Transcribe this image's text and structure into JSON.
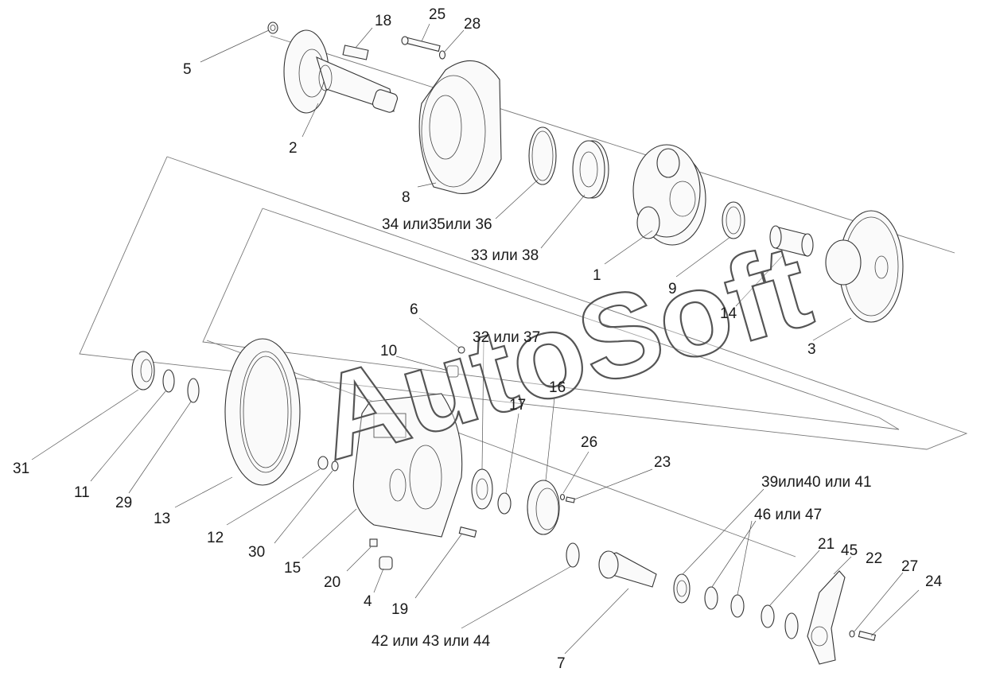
{
  "watermark": "AutoSoft",
  "labels": {
    "l1": "1",
    "l2": "2",
    "l3": "3",
    "l4": "4",
    "l5": "5",
    "l6": "6",
    "l7": "7",
    "l8": "8",
    "l9": "9",
    "l10": "10",
    "l11": "11",
    "l12": "12",
    "l13": "13",
    "l14": "14",
    "l15": "15",
    "l16": "16",
    "l17": "17",
    "l18": "18",
    "l19": "19",
    "l20": "20",
    "l21": "21",
    "l22": "22",
    "l23": "23",
    "l24": "24",
    "l25": "25",
    "l26": "26",
    "l27": "27",
    "l28": "28",
    "l29": "29",
    "l30": "30",
    "l31": "31",
    "l45": "45",
    "l32_37": "32 или 37",
    "l33_38": "33 или 38",
    "l34_36": "34 или35или 36",
    "l39_41": "39или40 или 41",
    "l42_44": "42 или 43 или 44",
    "l46_47": "46 или 47"
  }
}
